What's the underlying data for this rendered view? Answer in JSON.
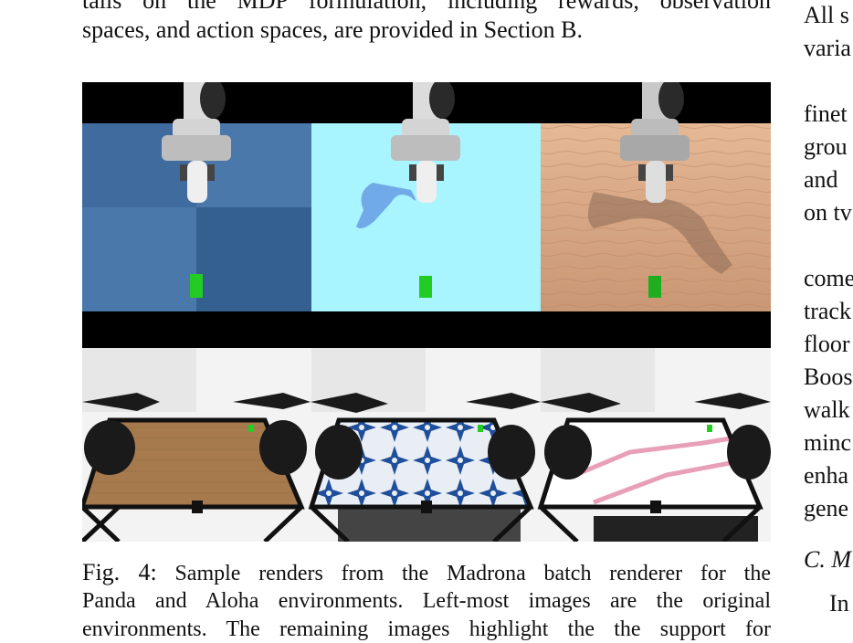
{
  "body_text": {
    "line_top_partial": "tails on the MDP formulation, including rewards, observation",
    "line_2": "spaces, and action spaces, are provided in Section B."
  },
  "figure": {
    "label": "Fig. 4:",
    "caption_line_1": "Sample renders from the Madrona batch renderer for the",
    "caption_line_2": "Panda and Aloha environments. Left-most images are the original",
    "caption_line_3_partial": "environments. The remaining images highlight the the support for"
  },
  "right_column": {
    "lines": [
      "All s",
      "varia",
      "finet",
      "grou",
      "and",
      "on tv",
      "come",
      "track",
      "floor",
      "Boos",
      "walk",
      "minc",
      "enha",
      "gene",
      "C. M",
      "In"
    ]
  },
  "colors": {
    "panda_bg_1": "#4a78ab",
    "panda_bg_2": "#a8f4ff",
    "panda_bg_3": "#d9ab88",
    "cube_green": "#22cc22",
    "aloha_shadow_pink": "#e8a0b8",
    "tile_blue": "#1f4f9a"
  }
}
